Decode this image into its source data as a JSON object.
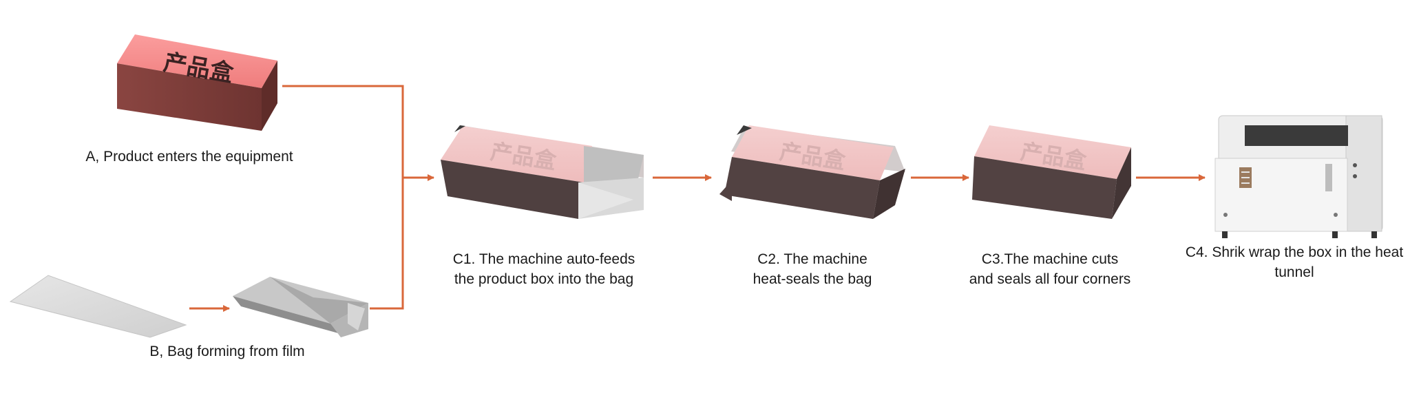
{
  "colors": {
    "arrow": "#d9673a",
    "box_top": "#f58d8d",
    "box_front": "#7e3e3a",
    "film": "#d9d9d9",
    "bag": "#9a9a9a",
    "machine": "#ececec"
  },
  "box_print": "产品盒",
  "steps": {
    "a": {
      "label": "A, Product enters the equipment"
    },
    "b": {
      "label": "B, Bag forming from film"
    },
    "c1": {
      "line1": "C1. The machine auto-feeds",
      "line2": "the product box into the bag"
    },
    "c2": {
      "line1": "C2. The machine",
      "line2": "heat-seals the bag"
    },
    "c3": {
      "line1": "C3.The machine cuts",
      "line2": "and seals all four corners"
    },
    "c4": {
      "line1": "C4. Shrik wrap the box in the heat",
      "line2": "tunnel"
    }
  },
  "icons": [
    "product-box-icon",
    "flat-film-icon",
    "formed-bag-icon",
    "bagged-box-icon",
    "sealed-box-icon",
    "cut-box-icon",
    "shrink-tunnel-machine-icon"
  ]
}
